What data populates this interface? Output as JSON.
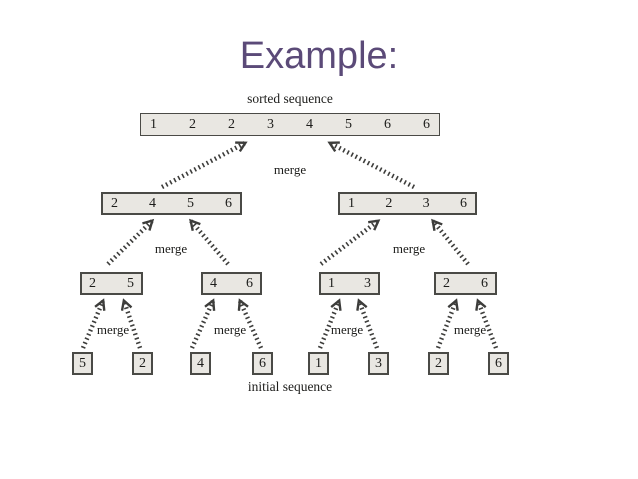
{
  "title": {
    "text": "Example:",
    "color": "#5b4a78"
  },
  "diagram": {
    "sorted_label": "sorted sequence",
    "initial_label": "initial sequence",
    "merge_label": "merge",
    "sorted_row": [
      "1",
      "2",
      "2",
      "3",
      "4",
      "5",
      "6",
      "6"
    ],
    "level2": {
      "left": [
        "2",
        "4",
        "5",
        "6"
      ],
      "right": [
        "1",
        "2",
        "3",
        "6"
      ]
    },
    "level3": [
      [
        "2",
        "5"
      ],
      [
        "4",
        "6"
      ],
      [
        "1",
        "3"
      ],
      [
        "2",
        "6"
      ]
    ],
    "initial_row": [
      "5",
      "2",
      "4",
      "6",
      "1",
      "3",
      "2",
      "6"
    ],
    "colors": {
      "box_fill": "#e9e7e2",
      "box_border": "#4a4a46",
      "arrow": "#3d3d3b",
      "text": "#1c1c1a",
      "title": "#5b4a78",
      "background": "#ffffff"
    }
  }
}
